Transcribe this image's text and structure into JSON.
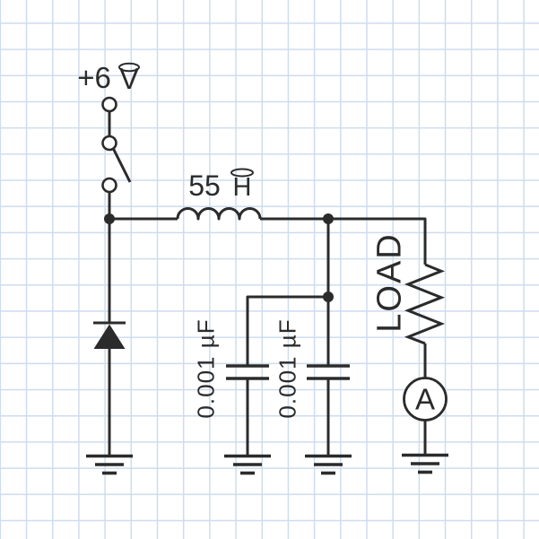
{
  "meta": {
    "type": "circuit-schematic",
    "style": "hand-drawn schematic on graph paper"
  },
  "colors": {
    "ink": "#2b2b2b",
    "grid_line": "#cddcee",
    "paper": "#ffffff"
  },
  "supply": {
    "value": "+6",
    "unit": "V",
    "label": "+6 V"
  },
  "switch": {
    "state": "open",
    "terminals": 3
  },
  "inductor": {
    "value": "55",
    "unit": "H",
    "label": "55 H"
  },
  "capacitors": [
    {
      "value": "0.001 µF"
    },
    {
      "value": "0.001 µF"
    }
  ],
  "load": {
    "label": "LOAD"
  },
  "ammeter": {
    "label": "A"
  },
  "grounds": {
    "count": 4
  }
}
